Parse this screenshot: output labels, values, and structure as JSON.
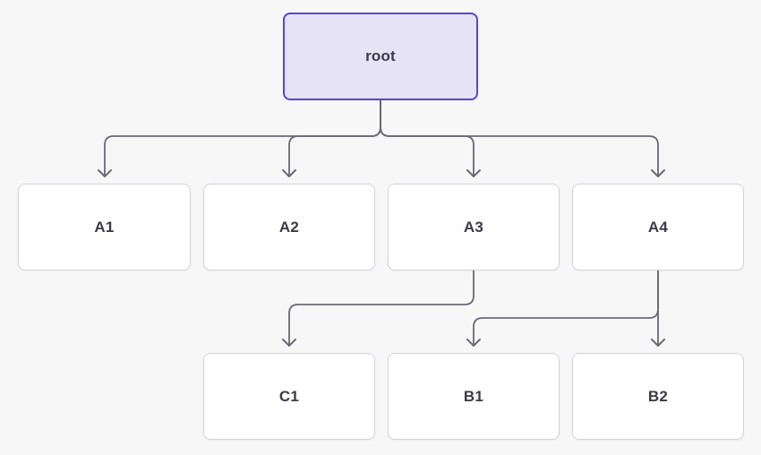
{
  "diagram": {
    "type": "flowchart",
    "direction": "top-down",
    "nodes": [
      {
        "id": "root",
        "label": "root",
        "kind": "root"
      },
      {
        "id": "A1",
        "label": "A1",
        "kind": "default"
      },
      {
        "id": "A2",
        "label": "A2",
        "kind": "default"
      },
      {
        "id": "A3",
        "label": "A3",
        "kind": "default"
      },
      {
        "id": "A4",
        "label": "A4",
        "kind": "default"
      },
      {
        "id": "C1",
        "label": "C1",
        "kind": "default"
      },
      {
        "id": "B1",
        "label": "B1",
        "kind": "default"
      },
      {
        "id": "B2",
        "label": "B2",
        "kind": "default"
      }
    ],
    "edges": [
      {
        "from": "root",
        "to": "A1"
      },
      {
        "from": "root",
        "to": "A2"
      },
      {
        "from": "root",
        "to": "A3"
      },
      {
        "from": "root",
        "to": "A4"
      },
      {
        "from": "A3",
        "to": "C1"
      },
      {
        "from": "A4",
        "to": "B1"
      },
      {
        "from": "A4",
        "to": "B2"
      }
    ],
    "colors": {
      "background": "#f7f7f8",
      "node_fill": "#ffffff",
      "node_border": "#d5d3db",
      "root_fill": "#e7e3f6",
      "root_border": "#5b45d5",
      "edge": "#6b6876",
      "text": "#3b3947"
    }
  }
}
